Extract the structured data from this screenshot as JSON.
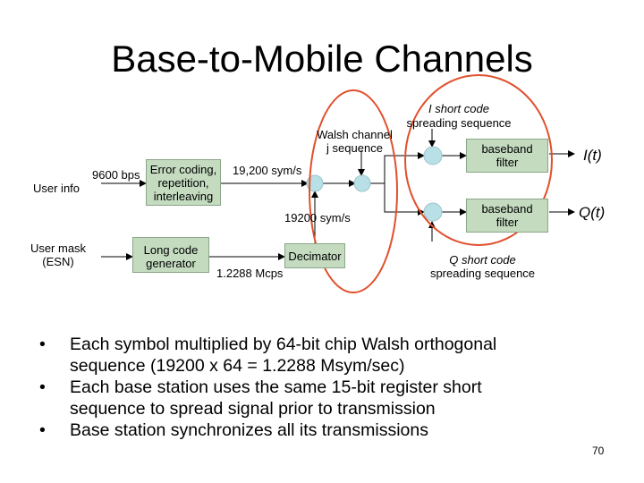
{
  "title": "Base-to-Mobile Channels",
  "diagram": {
    "user_info": "User info",
    "rate_9600": "9600 bps",
    "error_coding": [
      "Error coding,",
      "repetition,",
      "interleaving"
    ],
    "sym_rate_19200": "19,200 sym/s",
    "walsh": [
      "Walsh channel",
      "j sequence"
    ],
    "i_short_code": [
      "I short code",
      "spreading sequence"
    ],
    "baseband_filter_top": [
      "baseband",
      "filter"
    ],
    "baseband_filter_bottom": [
      "baseband",
      "filter"
    ],
    "i_output": "I(t)",
    "q_output": "Q(t)",
    "sym_rate_19200_lower": "19200 sym/s",
    "decimator": "Decimator",
    "user_mask": [
      "User mask",
      "(ESN)"
    ],
    "long_code": [
      "Long code",
      "generator"
    ],
    "chip_rate": "1.2288 Mcps",
    "q_short_code": [
      "Q short code",
      "spreading sequence"
    ]
  },
  "bullets": [
    [
      "Each symbol multiplied by 64-bit chip Walsh orthogonal",
      "sequence (19200 x 64 = 1.2288 Msym/sec)"
    ],
    [
      "Each base station uses the same 15-bit register short",
      "sequence to spread signal prior to transmission"
    ],
    [
      "Base station synchronizes all its transmissions"
    ]
  ],
  "bullet_symbol": "•",
  "page_number": "70",
  "colors": {
    "box_fill": "#c4dbc0",
    "node_fill": "#b9e0e6",
    "highlight_ring": "#e0502d"
  }
}
